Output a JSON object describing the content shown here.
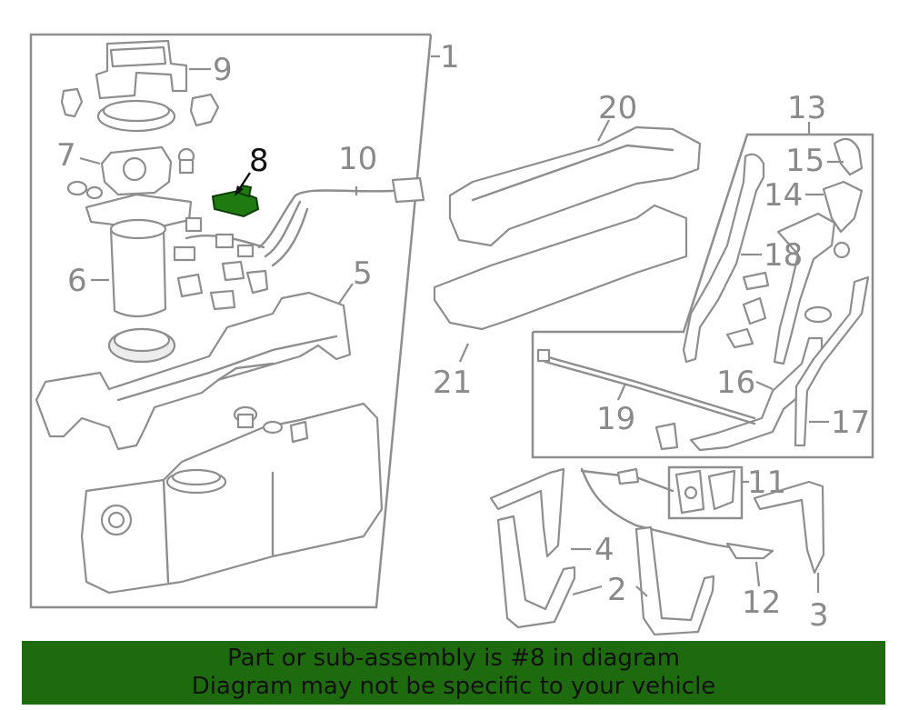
{
  "diagram": {
    "highlight_color": "#1f7a12",
    "callouts": {
      "c1": "1",
      "c2": "2",
      "c3": "3",
      "c4": "4",
      "c5": "5",
      "c6": "6",
      "c7": "7",
      "c8": "8",
      "c9": "9",
      "c10": "10",
      "c11": "11",
      "c12": "12",
      "c13": "13",
      "c14": "14",
      "c15": "15",
      "c16": "16",
      "c17": "17",
      "c18": "18",
      "c19": "19",
      "c20": "20",
      "c21": "21"
    }
  },
  "banner": {
    "line1": "Part or sub-assembly is #8 in diagram",
    "line2": "Diagram may not be specific to your vehicle",
    "background": "#1e6b0f"
  }
}
